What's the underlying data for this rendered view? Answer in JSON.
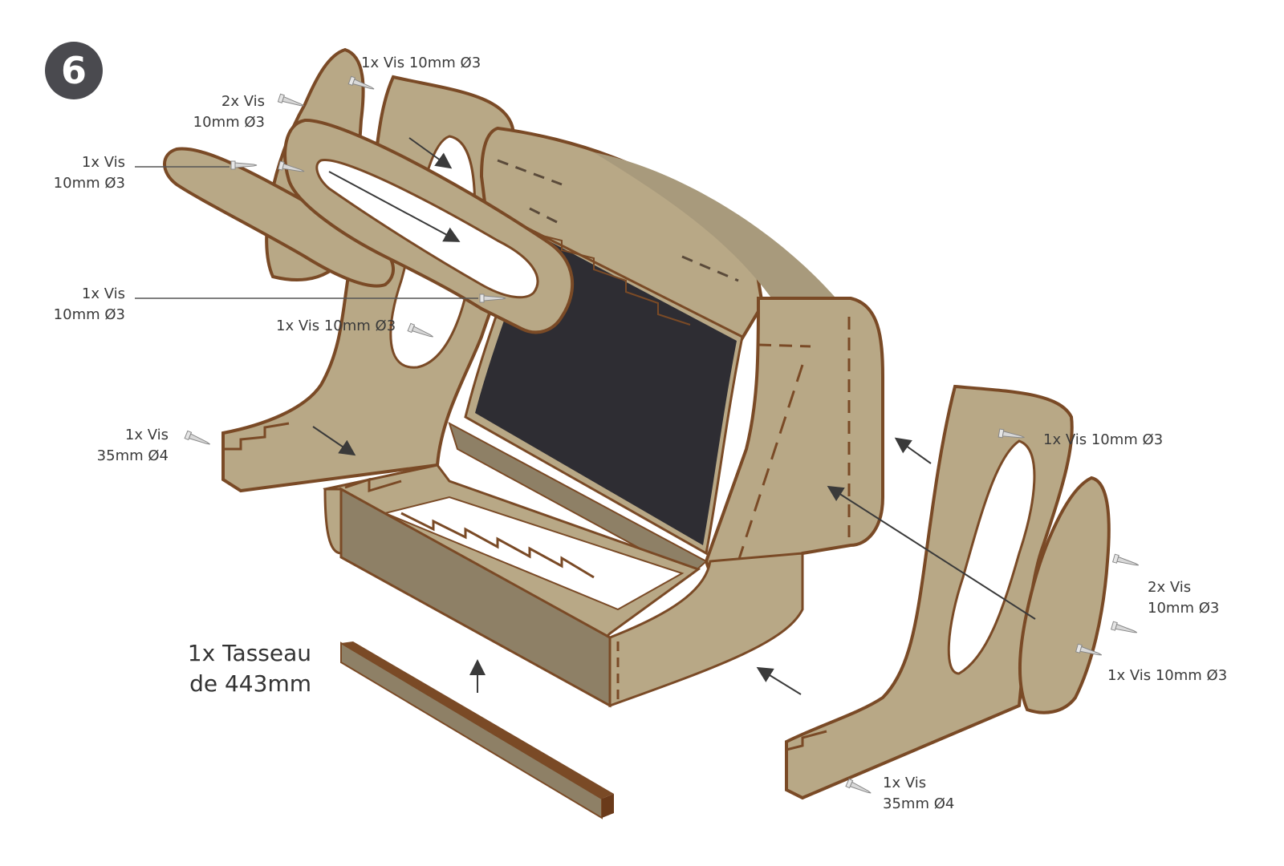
{
  "step": "6",
  "labels": {
    "screw_top": "1x Vis 10mm Ø3",
    "screw_left_pair": [
      "2x Vis",
      "10mm Ø3"
    ],
    "screw_left_1": [
      "1x Vis",
      "10mm Ø3"
    ],
    "screw_left_2": [
      "1x Vis",
      "10mm Ø3"
    ],
    "screw_mid": "1x Vis 10mm Ø3",
    "screw_left_35": [
      "1x Vis",
      "35mm Ø4"
    ],
    "screw_right_top": "1x Vis 10mm Ø3",
    "screw_right_pair": [
      "2x Vis",
      "10mm Ø3"
    ],
    "screw_right_bottom": "1x Vis 10mm Ø3",
    "screw_right_35": [
      "1x Vis",
      "35mm Ø4"
    ],
    "batten": [
      "1x Tasseau",
      "de 443mm"
    ]
  },
  "colors": {
    "panel": "#b8a886",
    "panel_dark": "#8e8066",
    "edge": "#7a4a26",
    "screen": "#2e2d33",
    "badge": "#4a4a4f"
  }
}
